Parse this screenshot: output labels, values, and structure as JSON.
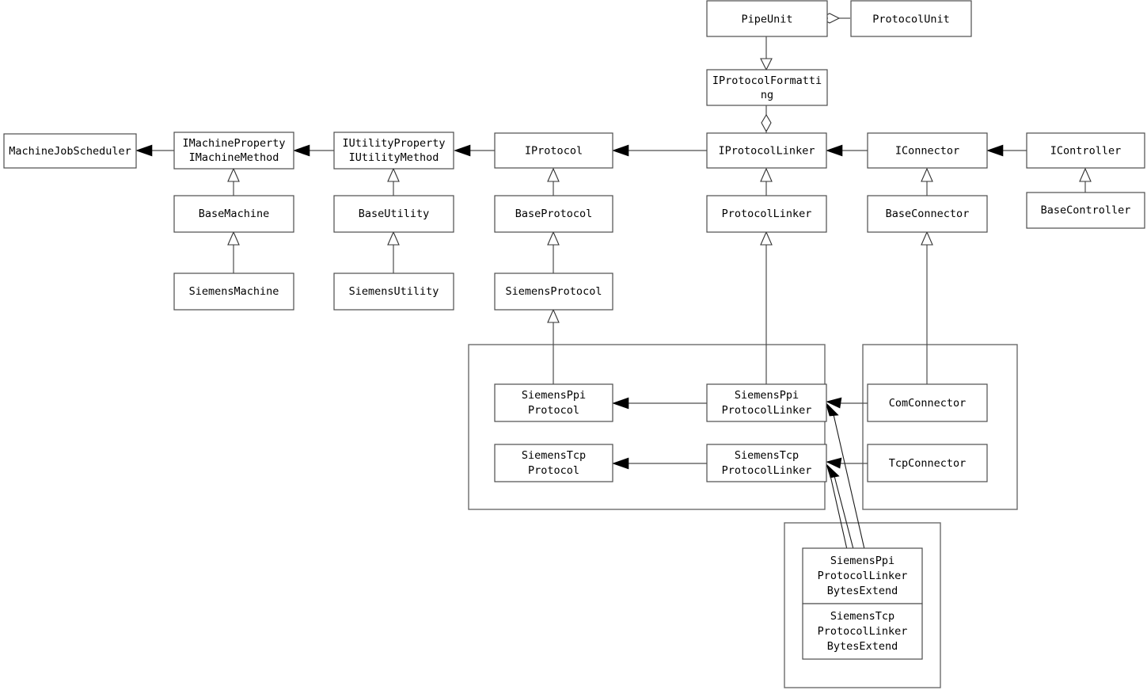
{
  "diagram": {
    "title": "Protocol / Connector Class Hierarchy",
    "type": "uml-class-diagram",
    "background": "#ffffff",
    "line_color": "#4d4d4d",
    "text_color": "#000000"
  },
  "nodes": {
    "pipe_unit": {
      "label": "PipeUnit",
      "lines": [
        "PipeUnit"
      ]
    },
    "protocol_unit": {
      "label": "ProtocolUnit",
      "lines": [
        "ProtocolUnit"
      ]
    },
    "iprotocol_formatting": {
      "label": "IProtocolFormatting",
      "lines": [
        "IProtocolFormatti",
        "ng"
      ]
    },
    "machine_job_scheduler": {
      "label": "MachineJobScheduler",
      "lines": [
        "MachineJobScheduler"
      ]
    },
    "imachine_property": {
      "label": "IMachineProperty IMachineMethod",
      "lines": [
        "IMachineProperty",
        "IMachineMethod"
      ]
    },
    "iutility_property": {
      "label": "IUtilityProperty IUtilityMethod",
      "lines": [
        "IUtilityProperty",
        "IUtilityMethod"
      ]
    },
    "iprotocol": {
      "label": "IProtocol",
      "lines": [
        "IProtocol"
      ]
    },
    "iprotocol_linker": {
      "label": "IProtocolLinker",
      "lines": [
        "IProtocolLinker"
      ]
    },
    "iconnector": {
      "label": "IConnector",
      "lines": [
        "IConnector"
      ]
    },
    "icontroller": {
      "label": "IController",
      "lines": [
        "IController"
      ]
    },
    "base_machine": {
      "label": "BaseMachine",
      "lines": [
        "BaseMachine"
      ]
    },
    "base_utility": {
      "label": "BaseUtility",
      "lines": [
        "BaseUtility"
      ]
    },
    "base_protocol": {
      "label": "BaseProtocol",
      "lines": [
        "BaseProtocol"
      ]
    },
    "protocol_linker": {
      "label": "ProtocolLinker",
      "lines": [
        "ProtocolLinker"
      ]
    },
    "base_connector": {
      "label": "BaseConnector",
      "lines": [
        "BaseConnector"
      ]
    },
    "base_controller": {
      "label": "BaseController",
      "lines": [
        "BaseController"
      ]
    },
    "siemens_machine": {
      "label": "SiemensMachine",
      "lines": [
        "SiemensMachine"
      ]
    },
    "siemens_utility": {
      "label": "SiemensUtility",
      "lines": [
        "SiemensUtility"
      ]
    },
    "siemens_protocol": {
      "label": "SiemensProtocol",
      "lines": [
        "SiemensProtocol"
      ]
    },
    "siemens_ppi_protocol": {
      "label": "SiemensPpi Protocol",
      "lines": [
        "SiemensPpi",
        "Protocol"
      ]
    },
    "siemens_tcp_protocol": {
      "label": "SiemensTcp Protocol",
      "lines": [
        "SiemensTcp",
        "Protocol"
      ]
    },
    "siemens_ppi_protocol_linker": {
      "label": "SiemensPpi ProtocolLinker",
      "lines": [
        "SiemensPpi",
        "ProtocolLinker"
      ]
    },
    "siemens_tcp_protocol_linker": {
      "label": "SiemensTcp ProtocolLinker",
      "lines": [
        "SiemensTcp",
        "ProtocolLinker"
      ]
    },
    "com_connector": {
      "label": "ComConnector",
      "lines": [
        "ComConnector"
      ]
    },
    "tcp_connector": {
      "label": "TcpConnector",
      "lines": [
        "TcpConnector"
      ]
    },
    "siemens_ppi_protocol_linker_bytes_extend": {
      "label": "SiemensPpi ProtocolLinker BytesExtend",
      "lines": [
        "SiemensPpi",
        "ProtocolLinker",
        "BytesExtend"
      ]
    },
    "siemens_tcp_protocol_linker_bytes_extend": {
      "label": "SiemensTcp ProtocolLinker BytesExtend",
      "lines": [
        "SiemensTcp",
        "ProtocolLinker",
        "BytesExtend"
      ]
    }
  },
  "groups": {
    "protocol_group": {
      "label": ""
    },
    "connector_group": {
      "label": ""
    },
    "bytes_extend_group": {
      "label": ""
    }
  },
  "relations": [
    {
      "from": "protocol_unit",
      "to": "pipe_unit",
      "kind": "aggregation"
    },
    {
      "from": "pipe_unit",
      "to": "iprotocol_formatting",
      "kind": "realization"
    },
    {
      "from": "iprotocol_formatting",
      "to": "iprotocol_linker",
      "kind": "aggregation"
    },
    {
      "from": "imachine_property",
      "to": "machine_job_scheduler",
      "kind": "association"
    },
    {
      "from": "iutility_property",
      "to": "imachine_property",
      "kind": "association"
    },
    {
      "from": "iprotocol",
      "to": "iutility_property",
      "kind": "association"
    },
    {
      "from": "iprotocol_linker",
      "to": "iprotocol",
      "kind": "association"
    },
    {
      "from": "iconnector",
      "to": "iprotocol_linker",
      "kind": "association"
    },
    {
      "from": "icontroller",
      "to": "iconnector",
      "kind": "association"
    },
    {
      "from": "base_machine",
      "to": "imachine_property",
      "kind": "generalization"
    },
    {
      "from": "base_utility",
      "to": "iutility_property",
      "kind": "generalization"
    },
    {
      "from": "base_protocol",
      "to": "iprotocol",
      "kind": "generalization"
    },
    {
      "from": "protocol_linker",
      "to": "iprotocol_linker",
      "kind": "generalization"
    },
    {
      "from": "base_connector",
      "to": "iconnector",
      "kind": "generalization"
    },
    {
      "from": "base_controller",
      "to": "icontroller",
      "kind": "generalization"
    },
    {
      "from": "siemens_machine",
      "to": "base_machine",
      "kind": "generalization"
    },
    {
      "from": "siemens_utility",
      "to": "base_utility",
      "kind": "generalization"
    },
    {
      "from": "siemens_protocol",
      "to": "base_protocol",
      "kind": "generalization"
    },
    {
      "from": "siemens_ppi_protocol",
      "to": "siemens_protocol",
      "kind": "generalization"
    },
    {
      "from": "siemens_ppi_protocol_linker",
      "to": "protocol_linker",
      "kind": "generalization"
    },
    {
      "from": "siemens_ppi_protocol_linker",
      "to": "siemens_ppi_protocol",
      "kind": "association"
    },
    {
      "from": "siemens_tcp_protocol_linker",
      "to": "siemens_tcp_protocol",
      "kind": "association"
    },
    {
      "from": "com_connector",
      "to": "siemens_ppi_protocol_linker",
      "kind": "association"
    },
    {
      "from": "tcp_connector",
      "to": "siemens_tcp_protocol_linker",
      "kind": "association"
    },
    {
      "from": "com_connector",
      "to": "base_connector",
      "kind": "generalization"
    },
    {
      "from": "siemens_ppi_protocol_linker_bytes_extend",
      "to": "siemens_ppi_protocol_linker",
      "kind": "association"
    },
    {
      "from": "siemens_tcp_protocol_linker_bytes_extend",
      "to": "siemens_tcp_protocol_linker",
      "kind": "association"
    }
  ]
}
